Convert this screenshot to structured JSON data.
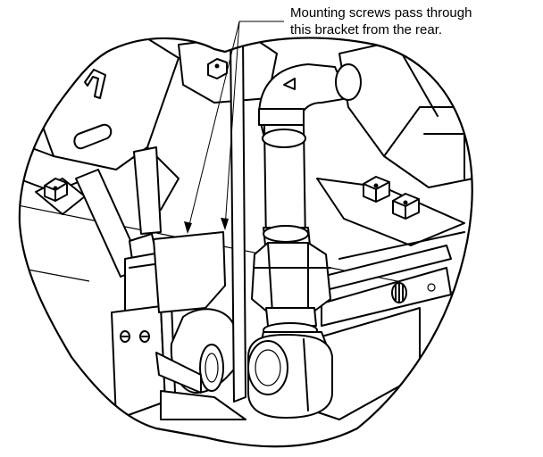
{
  "figure": {
    "callout_text": {
      "line1": "Mounting screws pass through",
      "line2": "this bracket from the rear."
    },
    "components": [
      "circular-detail-view",
      "mounting-bracket",
      "vertical-rod",
      "elbow-fitting",
      "vertical-pipe",
      "union-coupling",
      "hex-nut-left",
      "hex-nut-right",
      "valve-body",
      "support-bracket",
      "control-box",
      "lower-elbow",
      "horizontal-rail",
      "pilot-assembly"
    ],
    "colors": {
      "line": "#000000",
      "fill": "#ffffff"
    }
  }
}
